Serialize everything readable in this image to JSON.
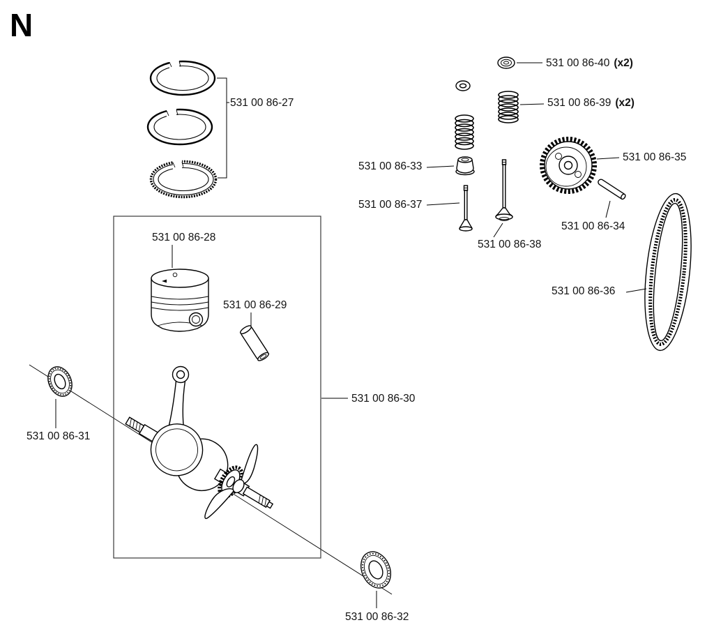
{
  "page": {
    "section_letter": "N"
  },
  "colors": {
    "background": "#ffffff",
    "line": "#000000"
  },
  "parts": {
    "piston_rings": {
      "label": "531 00 86-27"
    },
    "piston": {
      "label": "531 00 86-28"
    },
    "wrist_pin": {
      "label": "531 00 86-29"
    },
    "crank_assembly": {
      "label": "531 00 86-30"
    },
    "oil_seal_left": {
      "label": "531 00 86-31"
    },
    "oil_seal_right": {
      "label": "531 00 86-32"
    },
    "valve_seal": {
      "label": "531 00 86-33"
    },
    "cam_pin": {
      "label": "531 00 86-34"
    },
    "cam_gear": {
      "label": "531 00 86-35"
    },
    "timing_belt": {
      "label": "531 00 86-36"
    },
    "valve_intake": {
      "label": "531 00 86-37"
    },
    "valve_exhaust": {
      "label": "531 00 86-38"
    },
    "valve_spring": {
      "label": "531 00 86-39",
      "qty": "(x2)"
    },
    "spring_washer": {
      "label": "531 00 86-40",
      "qty": "(x2)"
    }
  }
}
